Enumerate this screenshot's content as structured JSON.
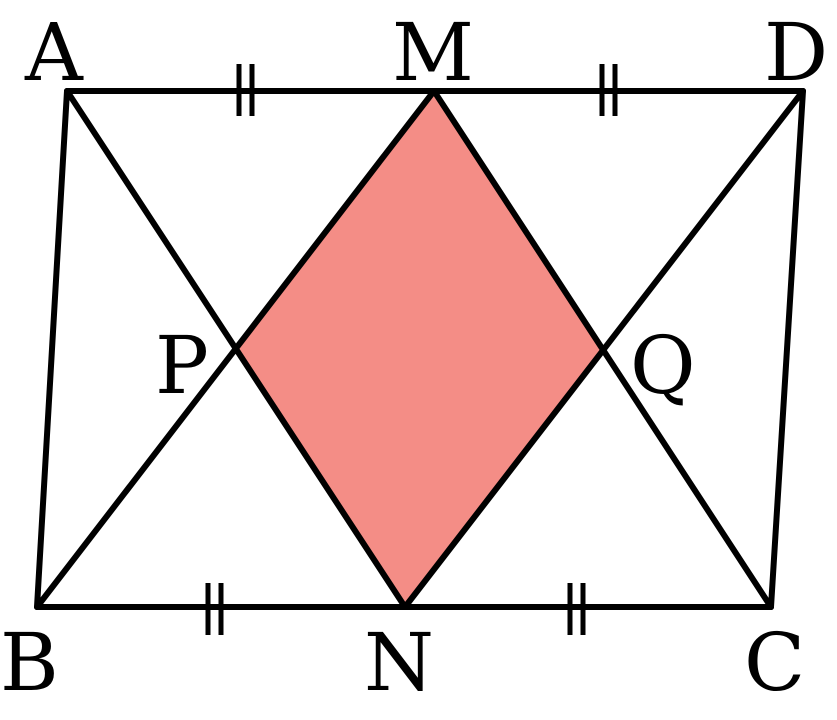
{
  "diagram": {
    "colors": {
      "stroke": "#000000",
      "fill": "#F48D86",
      "background": "#FFFFFF"
    },
    "points": {
      "A": "A",
      "B": "B",
      "C": "C",
      "D": "D",
      "M": "M",
      "N": "N",
      "P": "P",
      "Q": "Q"
    },
    "shaded_region": "MPNQ",
    "equal_segments": [
      [
        "AM",
        "MD"
      ],
      [
        "BN",
        "NC"
      ]
    ]
  }
}
